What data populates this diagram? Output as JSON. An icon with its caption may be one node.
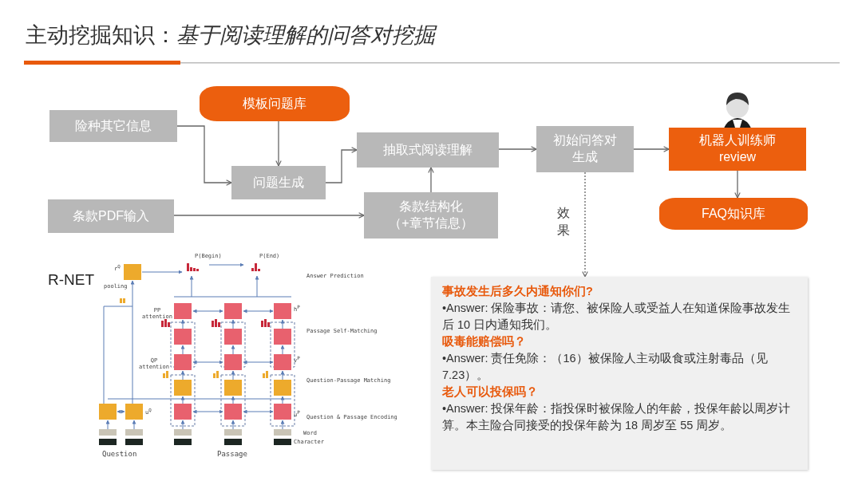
{
  "diagram": {
    "title": "主动挖掘知识：*基于阅读理解的问答对挖掘*",
    "nodes": [
      {
        "text": [
          "险种其它信息"
        ]
      },
      {
        "text": [
          "模板问题库"
        ]
      },
      {
        "text": [
          "问题生成"
        ]
      },
      {
        "text": [
          "抽取式阅读理解"
        ]
      },
      {
        "text": [
          "条款PDF输入"
        ]
      },
      {
        "text": [
          "条款结构化（+章节信息）"
        ]
      },
      {
        "text": [
          "初始问答对生成"
        ]
      },
      {
        "text": [
          "机器人训练师review"
        ]
      },
      {
        "text": [
          "FAQ知识库"
        ]
      },
      {
        "text": [
          "事故发生后多久内通知你们?",
          "•Answer: 保险事故：请您、被保险人或受益人在知道保险事故发生后 10 日内通知我们。",
          "吸毒能赔偿吗？",
          "•Answer: 责任免除：（16）被保险人主动吸食或注射毒品（见 7.23）。",
          "老人可以投保吗？",
          "•Answer: 投保年龄：指投保时被保险人的年龄，投保年龄以周岁计算。本主险合同接受的投保年龄为 18 周岁至 55 周岁。"
        ]
      }
    ],
    "edges": [
      {
        "from": 0,
        "to": 2,
        "arrow": "to"
      },
      {
        "from": 1,
        "to": 2,
        "arrow": "to"
      },
      {
        "from": 2,
        "to": 3,
        "arrow": "to"
      },
      {
        "from": 4,
        "to": 5,
        "arrow": "to"
      },
      {
        "from": 5,
        "to": 3,
        "arrow": "to"
      },
      {
        "from": 3,
        "to": 6,
        "arrow": "to"
      },
      {
        "from": 6,
        "to": 7,
        "arrow": "to"
      },
      {
        "from": 7,
        "to": 8,
        "arrow": "to"
      },
      {
        "from": 6,
        "to": 9,
        "arrow": "to",
        "label": "效果",
        "style": "dashed"
      }
    ],
    "labels": [
      "R-NET",
      "r$^{Q}$",
      "P(Begin)",
      "P(End)",
      "Answer Prediction",
      "pooling",
      "PP attention",
      "h$^{P}$",
      "Passage Self-Matching",
      "v$^{P}$",
      "QP attention",
      "Question-Passage Matching",
      "u$^{Q}$",
      "u$^{P}$",
      "Question & Passage Encoding",
      "Word",
      "Character",
      "Question",
      "Passage"
    ]
  }
}
